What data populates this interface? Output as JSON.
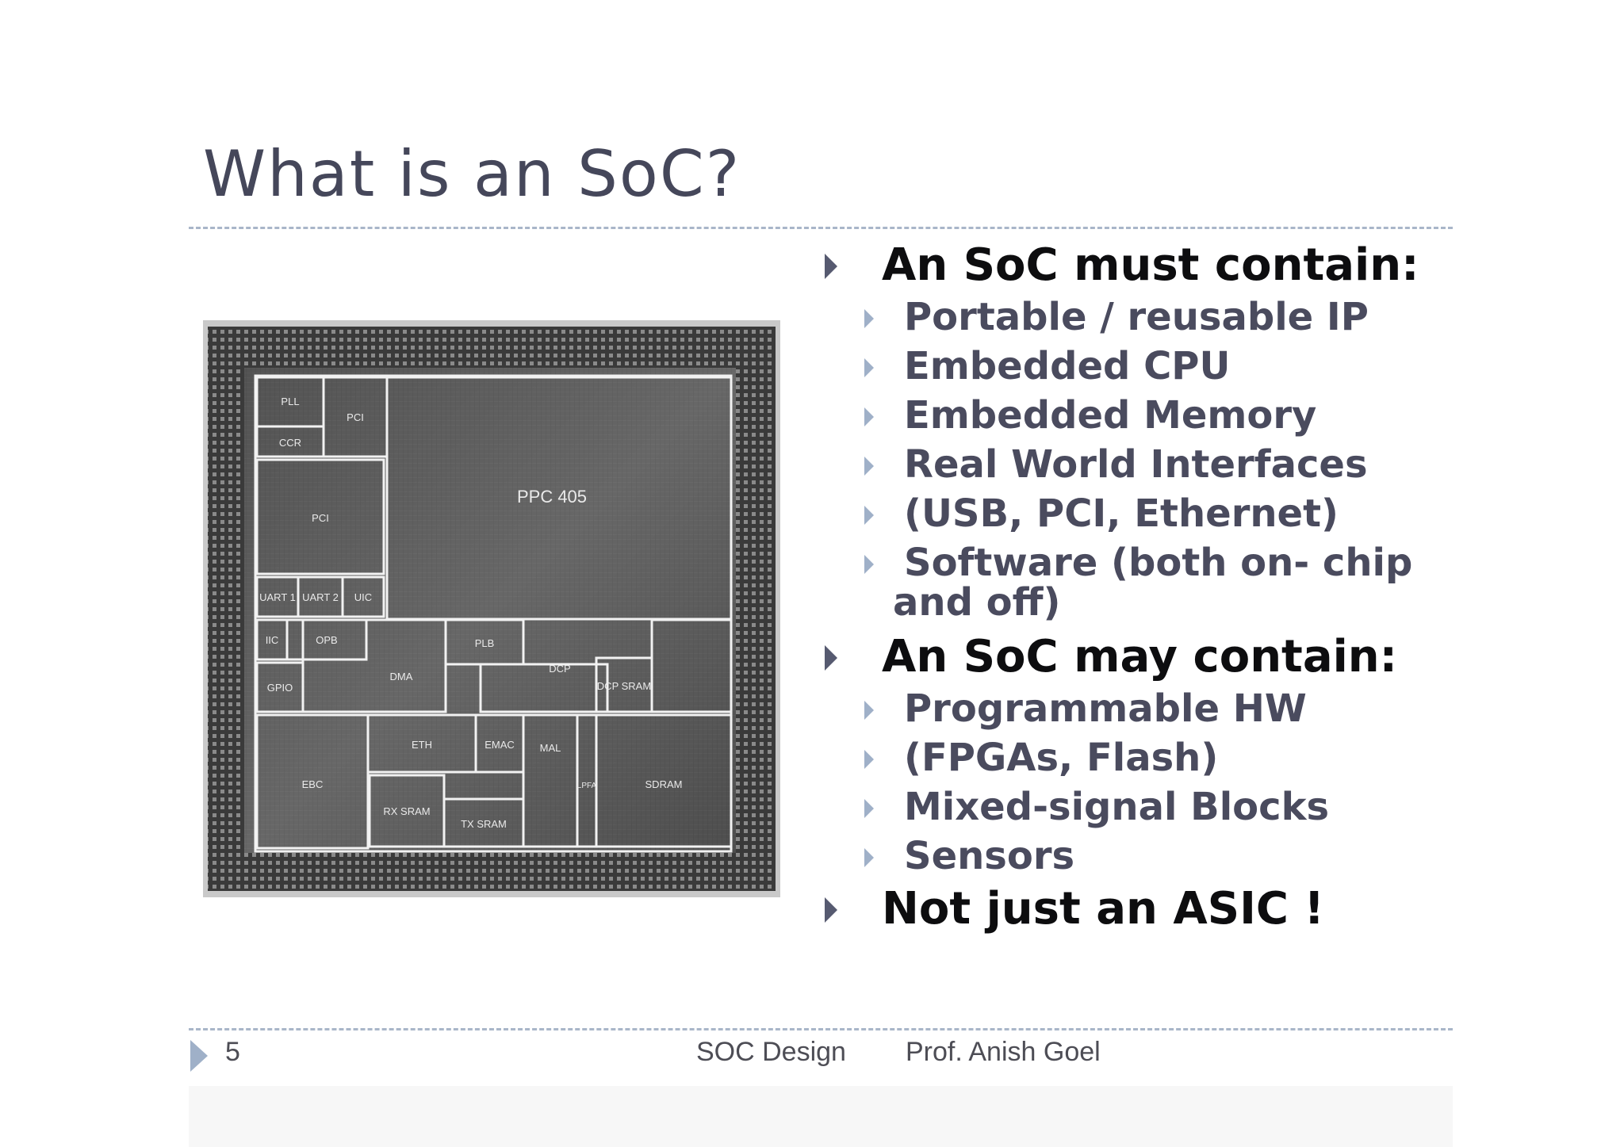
{
  "slide": {
    "title": "What is an SoC?"
  },
  "figure": {
    "labels": {
      "pll": "PLL",
      "pci_small": "PCI",
      "ccr": "CCR",
      "pci_large": "PCI",
      "ppc": "PPC 405",
      "uart1": "UART 1",
      "uart2": "UART 2",
      "uic": "UIC",
      "iic": "IIC",
      "opb": "OPB",
      "plb": "PLB",
      "gpio": "GPIO",
      "dma": "DMA",
      "dcp": "DCP",
      "dcp_sram": "DCP SRAM",
      "eth": "ETH",
      "emac": "EMAC",
      "mal": "MAL",
      "ebc": "EBC",
      "rx_sram": "RX SRAM",
      "tx_sram": "TX SRAM",
      "lpfa": "LPFA",
      "sdram": "SDRAM"
    }
  },
  "bullets": {
    "must": {
      "heading": "An SoC must contain:",
      "items": [
        "Portable / reusable IP",
        "Embedded CPU",
        "Embedded Memory",
        "Real World Interfaces",
        "(USB, PCI, Ethernet)"
      ],
      "software_line1": "Software (both on- chip",
      "software_line2": "and off)"
    },
    "may": {
      "heading": "An SoC may contain:",
      "items": [
        "Programmable HW",
        "(FPGAs, Flash)",
        "Mixed-signal Blocks",
        "Sensors"
      ]
    },
    "closing": "Not just an ASIC !"
  },
  "footer": {
    "page_number": "5",
    "course": "SOC Design",
    "author": "Prof. Anish Goel"
  },
  "colors": {
    "title": "#45475a",
    "level1_text": "#0d0d0f",
    "level2_text": "#4a4b5e",
    "bullet_accent": "#9fb0c8",
    "rule": "#a9b6c9"
  }
}
